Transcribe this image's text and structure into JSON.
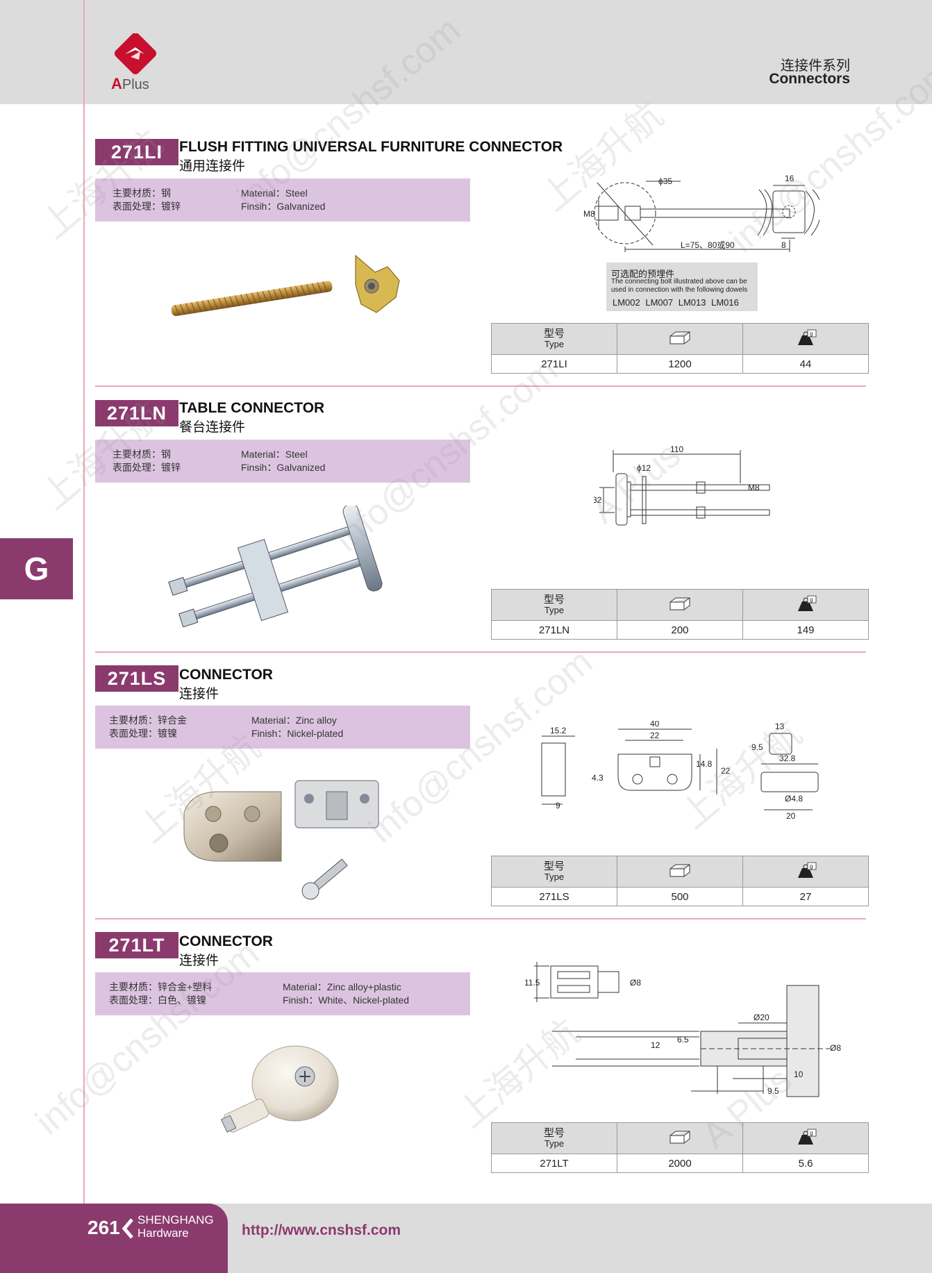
{
  "header": {
    "brand": "A",
    "brand_rest": "Plus",
    "category_cn": "连接件系列",
    "category_en": "Connectors"
  },
  "side_tab": "G",
  "products": [
    {
      "code": "271LI",
      "title_en": "FLUSH FITTING UNIVERSAL FURNITURE CONNECTOR",
      "title_cn": "通用连接件",
      "spec_cn_1": "主要材质：钢",
      "spec_cn_2": "表面处理：镀锌",
      "spec_en_1": "Material：Steel",
      "spec_en_2": "Finsih：Galvanized",
      "type_label_cn": "型号",
      "type_label_en": "Type",
      "type": "271LI",
      "qty": "1200",
      "weight": "44"
    },
    {
      "code": "271LN",
      "title_en": "TABLE CONNECTOR",
      "title_cn": "餐台连接件",
      "spec_cn_1": "主要材质：钢",
      "spec_cn_2": "表面处理：镀锌",
      "spec_en_1": "Material：Steel",
      "spec_en_2": "Finsih：Galvanized",
      "type_label_cn": "型号",
      "type_label_en": "Type",
      "type": "271LN",
      "qty": "200",
      "weight": "149"
    },
    {
      "code": "271LS",
      "title_en": "CONNECTOR",
      "title_cn": "连接件",
      "spec_cn_1": "主要材质：锌合金",
      "spec_cn_2": "表面处理：镀镍",
      "spec_en_1": "Material：Zinc alloy",
      "spec_en_2": "Finish：Nickel-plated",
      "type_label_cn": "型号",
      "type_label_en": "Type",
      "type": "271LS",
      "qty": "500",
      "weight": "27"
    },
    {
      "code": "271LT",
      "title_en": "CONNECTOR",
      "title_cn": "连接件",
      "spec_cn_1": "主要材质：锌合金+塑料",
      "spec_cn_2": "表面处理：白色、镀镍",
      "spec_en_1": "Material：Zinc alloy+plastic",
      "spec_en_2": "Finish：White、Nickel-plated",
      "type_label_cn": "型号",
      "type_label_en": "Type",
      "type": "271LT",
      "qty": "2000",
      "weight": "5.6"
    }
  ],
  "dowel_note": {
    "title": "可选配的预埋件",
    "line1": "The connecting bolt illustrated above can be",
    "line2": "used in connection with the following dowels",
    "models": "LM002  LM007  LM013  LM016"
  },
  "dims": {
    "li": {
      "d35": "ϕ35",
      "m8": "M8",
      "len": "L=75、80或90",
      "w16": "16",
      "w8": "8"
    },
    "ln": {
      "w110": "110",
      "d12": "ϕ12",
      "h32": "32",
      "m8": "M8"
    },
    "ls": {
      "a": "15.2",
      "b": "4.3",
      "c": "9",
      "d": "40",
      "e": "22",
      "f": "14.8",
      "g": "22",
      "h": "13",
      "i": "9.5",
      "j": "32.8",
      "k": "Ø4.8",
      "l": "20"
    },
    "lt": {
      "a": "11.5",
      "b": "Ø8",
      "c": "Ø20",
      "d": "12",
      "e": "6.5",
      "f": "Ø8",
      "g": "10",
      "h": "9.5"
    }
  },
  "weight_unit": "g",
  "footer": {
    "page": "261",
    "brand_1": "SHENGHANG",
    "brand_2": "Hardware",
    "url": "http://www.cnshsf.com"
  },
  "watermarks": [
    "上海升航",
    "info@cnshsf.com",
    "A Plus"
  ],
  "colors": {
    "accent": "#8b3a6e",
    "spec_bg": "#dcc4e0",
    "header_bg": "#dcdcdc",
    "logo": "#c8102e"
  }
}
